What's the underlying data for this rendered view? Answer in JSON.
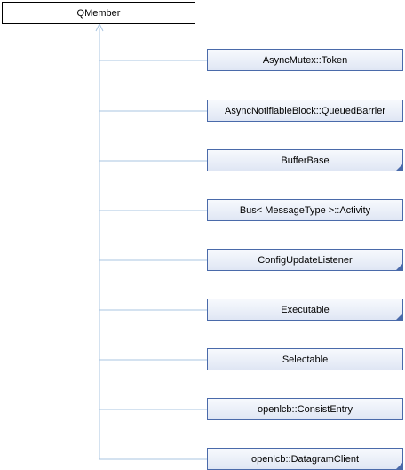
{
  "diagram": {
    "base_class": "QMember",
    "derived_classes": [
      {
        "label": "AsyncMutex::Token",
        "has_fold_marker": false
      },
      {
        "label": "AsyncNotifiableBlock::QueuedBarrier",
        "has_fold_marker": false
      },
      {
        "label": "BufferBase",
        "has_fold_marker": true
      },
      {
        "label": "Bus< MessageType >::Activity",
        "has_fold_marker": false
      },
      {
        "label": "ConfigUpdateListener",
        "has_fold_marker": true
      },
      {
        "label": "Executable",
        "has_fold_marker": true
      },
      {
        "label": "Selectable",
        "has_fold_marker": false
      },
      {
        "label": "openlcb::ConsistEntry",
        "has_fold_marker": false
      },
      {
        "label": "openlcb::DatagramClient",
        "has_fold_marker": true
      }
    ],
    "colors": {
      "connector": "#a8c4e0",
      "node_border": "#4a6aaa",
      "root_border": "#000000"
    }
  }
}
